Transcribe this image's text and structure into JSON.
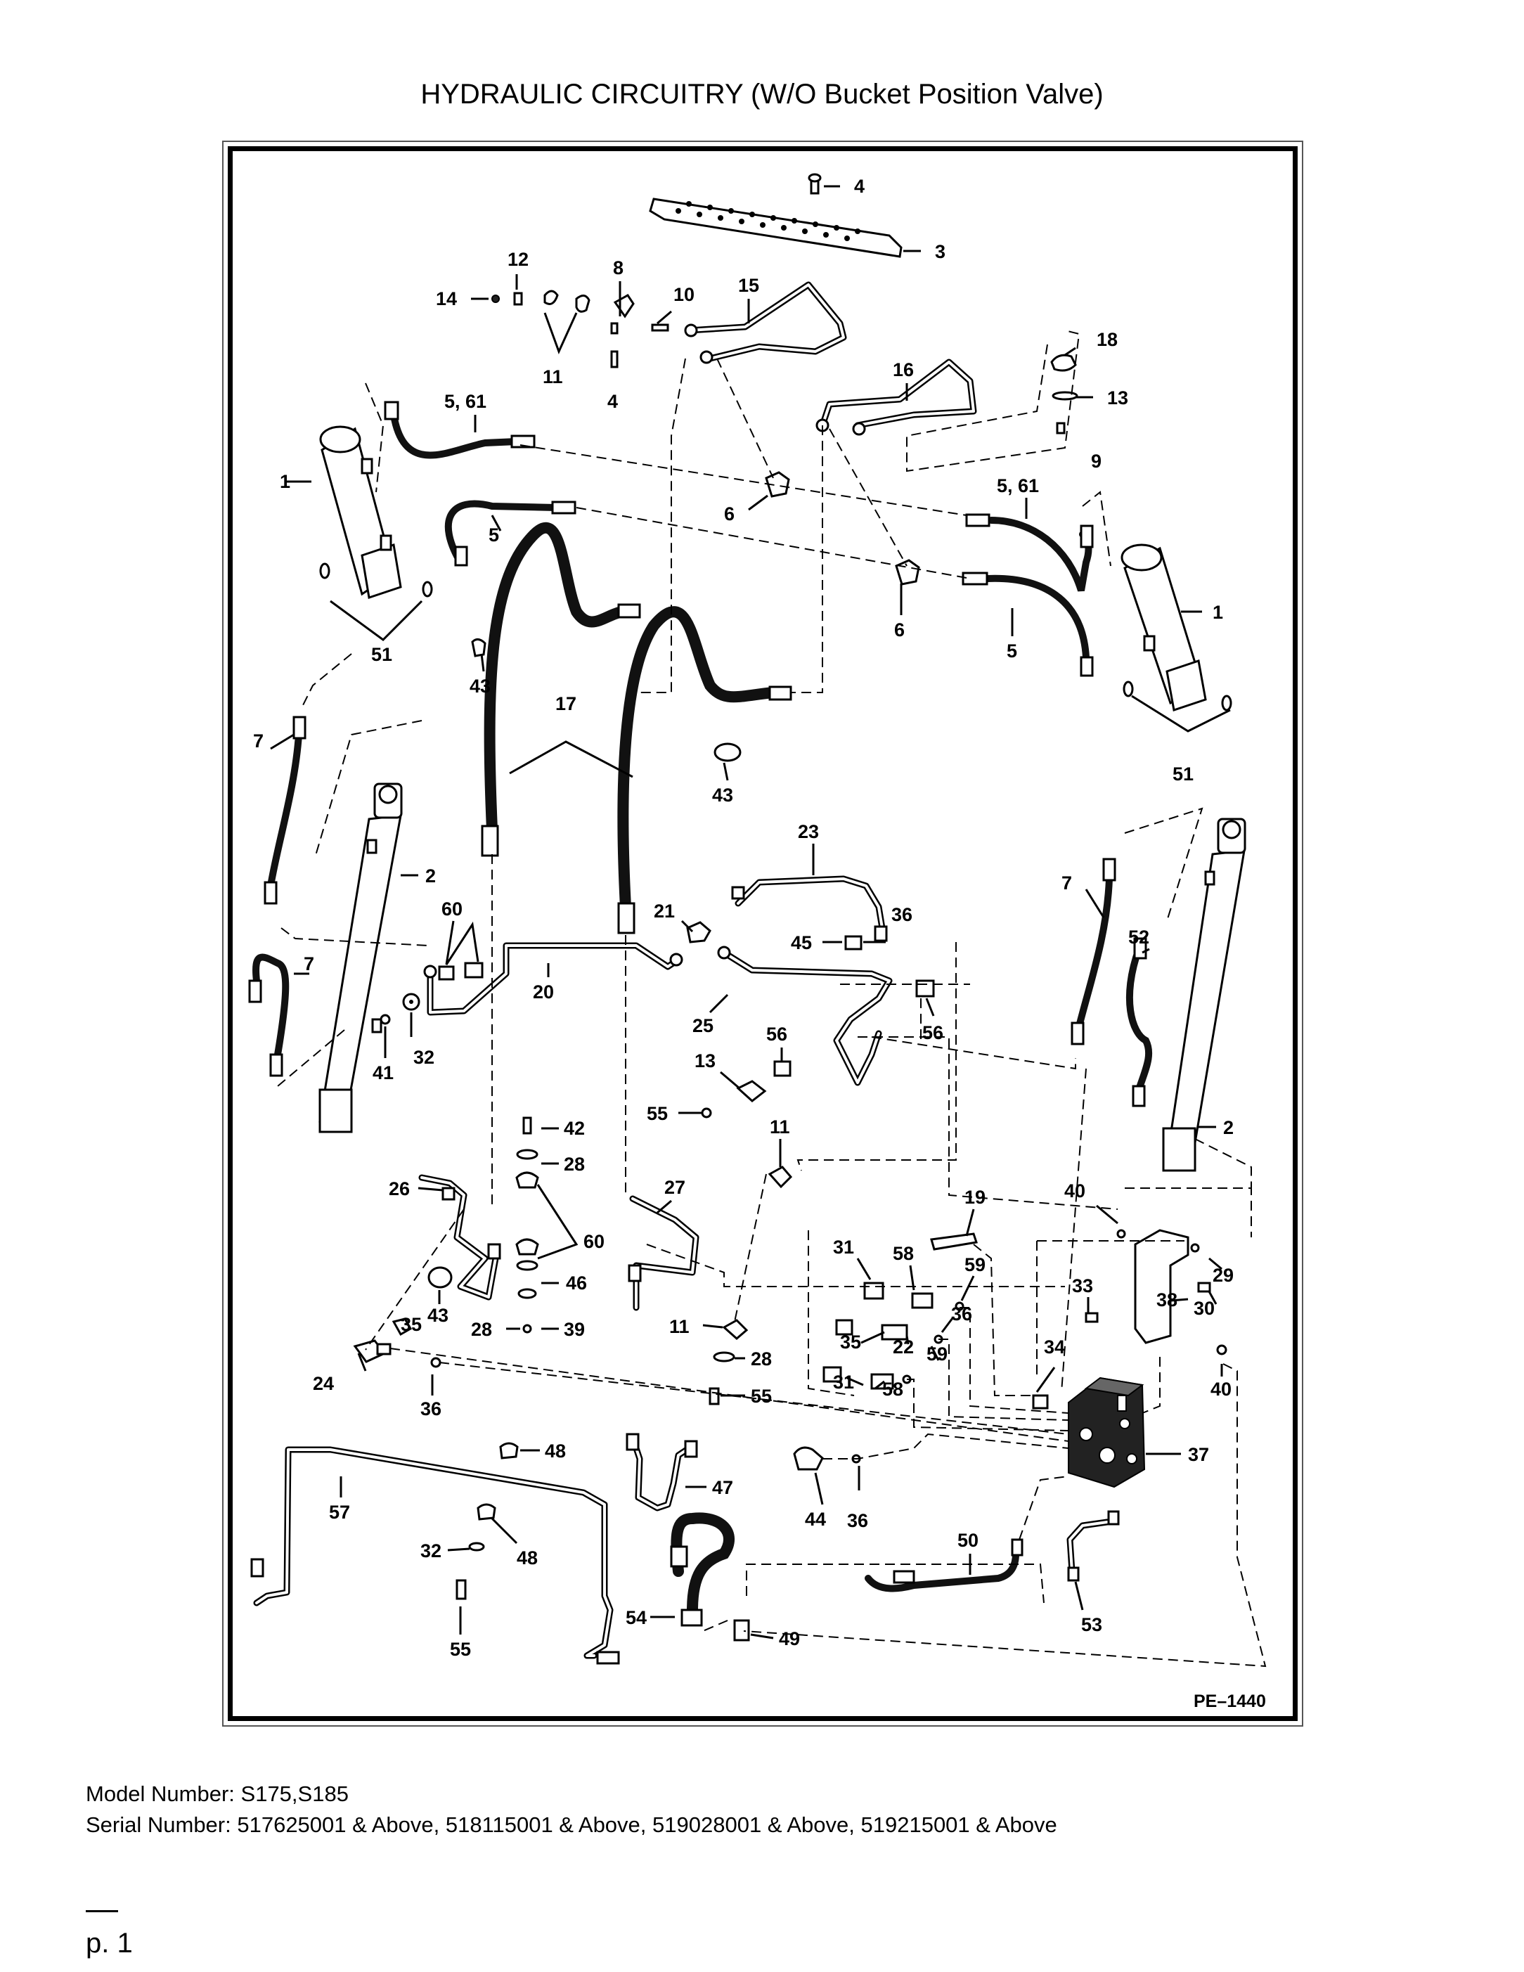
{
  "page_title": "HYDRAULIC CIRCUITRY (W/O Bucket Position Valve)",
  "figure_code": "PE–1440",
  "model_line": "Model Number: S175,S185",
  "serial_line": "Serial Number: 517625001 & Above, 518115001 & Above, 519028001 & Above, 519215001 & Above",
  "page_number": "p. 1",
  "callouts": {
    "c4a": "4",
    "c3": "3",
    "c12": "12",
    "c8": "8",
    "c14": "14",
    "c10": "10",
    "c15": "15",
    "c11a": "11",
    "c4b": "4",
    "c18": "18",
    "c16": "16",
    "c13a": "13",
    "c561a": "5, 61",
    "c9": "9",
    "c1a": "1",
    "c6a": "6",
    "c561b": "5, 61",
    "c5a": "5",
    "c6b": "6",
    "c5b": "5",
    "c1b": "1",
    "c51a": "51",
    "c43a": "43",
    "c17": "17",
    "c7a": "7",
    "c43b": "43",
    "c51b": "51",
    "c2a": "2",
    "c23": "23",
    "c60a": "60",
    "c21": "21",
    "c36a": "36",
    "c7b": "7",
    "c45": "45",
    "c7c": "7",
    "c52": "52",
    "c20": "20",
    "c25": "25",
    "c41": "41",
    "c32a": "32",
    "c56a": "56",
    "c56b": "56",
    "c13b": "13",
    "c55a": "55",
    "c11b": "11",
    "c42": "42",
    "c2b": "2",
    "c28a": "28",
    "c26": "26",
    "c27": "27",
    "c19": "19",
    "c40a": "40",
    "c60b": "60",
    "c31a": "31",
    "c58a": "58",
    "c59a": "59",
    "c29": "29",
    "c46": "46",
    "c33": "33",
    "c38": "38",
    "c30": "30",
    "c43c": "43",
    "c28b": "28",
    "c35a": "35",
    "c36b": "36",
    "c39": "39",
    "c11c": "11",
    "c35b": "35",
    "c22": "22",
    "c24": "24",
    "c28c": "28",
    "c59b": "59",
    "c34": "34",
    "c31b": "31",
    "c58b": "58",
    "c40b": "40",
    "c36c": "36",
    "c55b": "55",
    "c48a": "48",
    "c37": "37",
    "c57": "57",
    "c47": "47",
    "c44": "44",
    "c36d": "36",
    "c32b": "32",
    "c48b": "48",
    "c50": "50",
    "c53": "53",
    "c54": "54",
    "c49": "49",
    "c55c": "55"
  },
  "colors": {
    "ink": "#000000",
    "frame_gray": "#555555",
    "part_fill": "#ffffff",
    "hose": "#111111"
  }
}
